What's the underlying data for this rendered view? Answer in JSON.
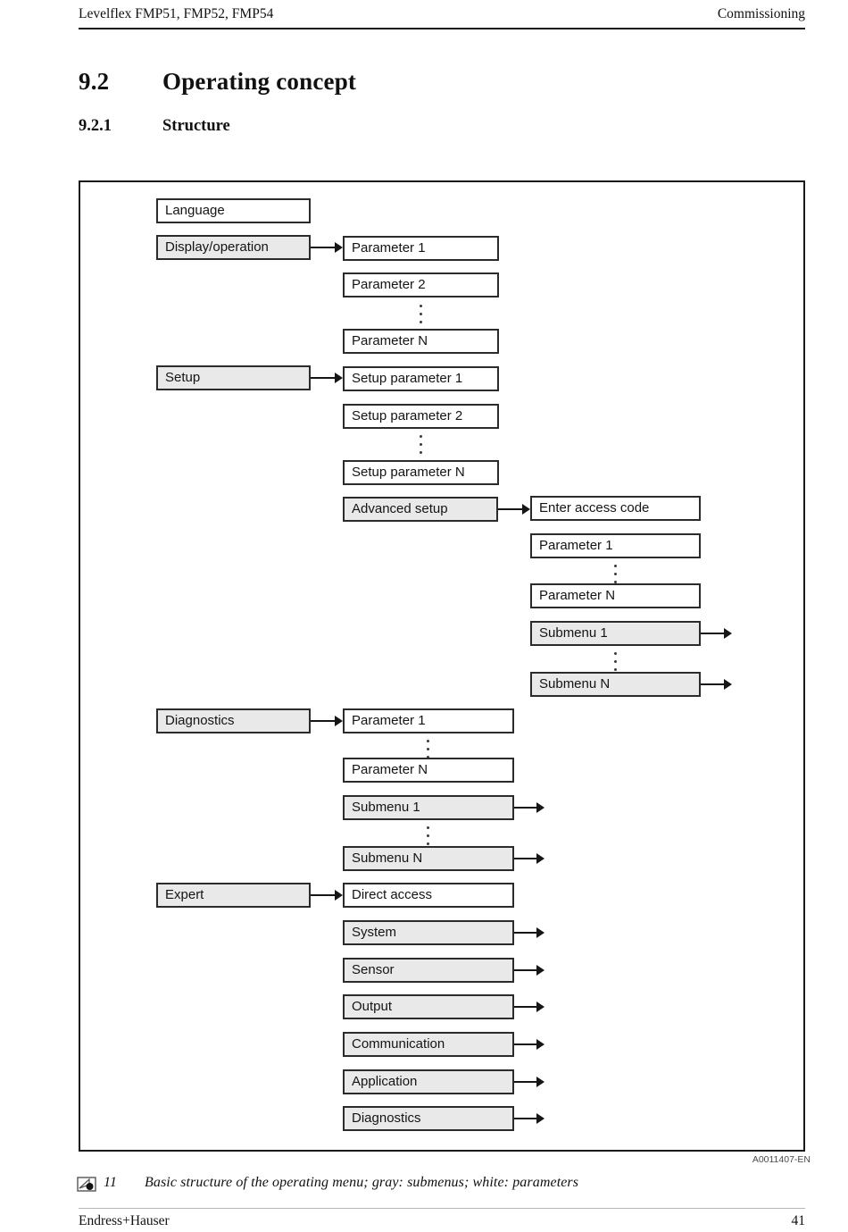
{
  "header": {
    "left": "Levelflex FMP51, FMP52, FMP54",
    "right": "Commissioning"
  },
  "section": {
    "number": "9.2",
    "title": "Operating concept"
  },
  "subsection": {
    "number": "9.2.1",
    "title": "Structure"
  },
  "diagram": {
    "figure_code": "A0011407-EN",
    "submenu_fill_hex": "#e9e9e9",
    "parameter_fill_hex": "#ffffff",
    "border_hex": "#2b2b2b",
    "nodes": {
      "language": "Language",
      "display_operation": "Display/operation",
      "parameter_1": "Parameter 1",
      "parameter_2": "Parameter 2",
      "parameter_n": "Parameter N",
      "setup": "Setup",
      "setup_parameter_1": "Setup parameter 1",
      "setup_parameter_2": "Setup parameter 2",
      "setup_parameter_n": "Setup parameter N",
      "advanced_setup": "Advanced setup",
      "enter_access_code": "Enter access code",
      "submenu_1": "Submenu 1",
      "submenu_n": "Submenu N",
      "diagnostics": "Diagnostics",
      "expert": "Expert",
      "direct_access": "Direct access",
      "system": "System",
      "sensor": "Sensor",
      "output": "Output",
      "communication": "Communication",
      "application": "Application"
    }
  },
  "caption": {
    "number": "11",
    "text": "Basic structure of the operating menu; gray: submenus; white: parameters"
  },
  "footer": {
    "left": "Endress+Hauser",
    "page": "41"
  }
}
